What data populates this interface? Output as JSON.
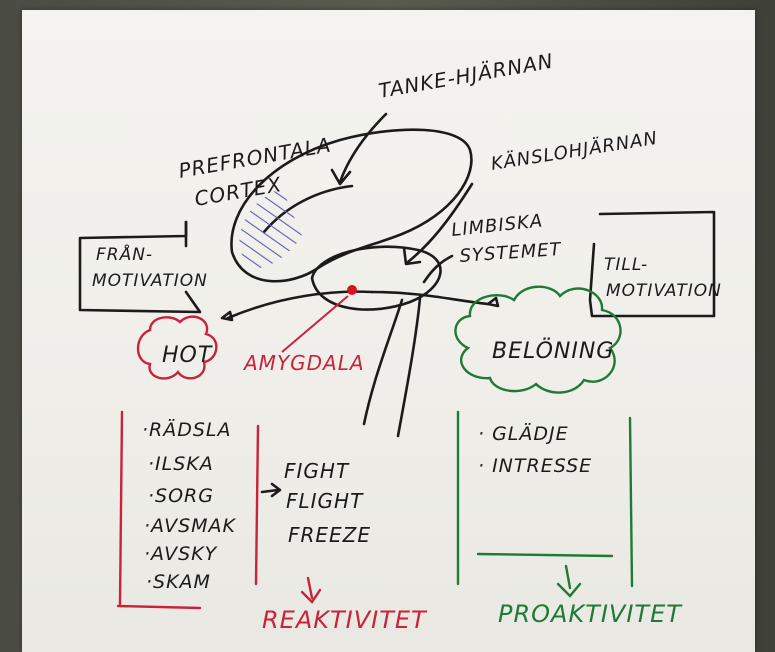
{
  "colors": {
    "paper": "#f1f0eb",
    "black_ink": "#1b1b1b",
    "red_ink": "#c8233a",
    "green_ink": "#1f7a35",
    "blue_hatch": "#5a5fb0",
    "amygdala_dot": "#d4161f"
  },
  "labels": {
    "tanke": "TANKE-HJÄRNAN",
    "kansla": "KÄNSLOHJÄRNAN",
    "prefrontala_1": "PREFRONTALA",
    "prefrontala_2": "CORTEX",
    "limbiska_1": "LIMBISKA",
    "limbiska_2": "SYSTEMET",
    "fran_1": "FRÅN-",
    "fran_2": "MOTIVATION",
    "till_1": "TILL-",
    "till_2": "MOTIVATION",
    "hot": "HOT",
    "amygdala": "AMYGDALA",
    "beloning": "BELÖNING"
  },
  "red_list": [
    "·RÄDSLA",
    "·ILSKA",
    "·SORG",
    "·AVSMAK",
    "·AVSKY",
    "·SKAM"
  ],
  "responses": [
    "FIGHT",
    "FLIGHT",
    "FREEZE"
  ],
  "green_list": [
    "· GLÄDJE",
    "· INTRESSE"
  ],
  "outcomes": {
    "reaktivitet": "REAKTIVITET",
    "proaktivitet": "PROAKTIVITET"
  }
}
